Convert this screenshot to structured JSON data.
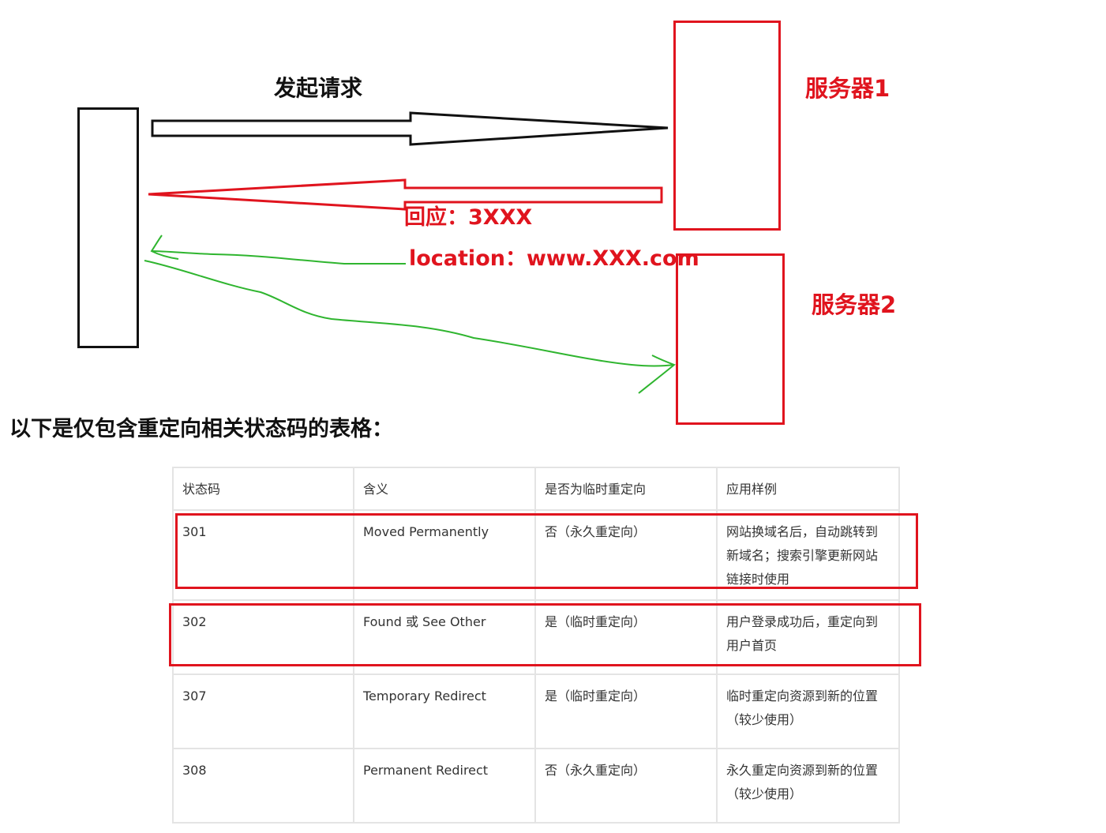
{
  "diagram": {
    "request_label": "发起请求",
    "server1_label": "服务器1",
    "server2_label": "服务器2",
    "response_label": "回应：3XXX",
    "location_label": "location：www.XXX.com",
    "colors": {
      "red": "#e0141e",
      "green": "#2fb52f",
      "black": "#111111"
    }
  },
  "heading": "以下是仅包含重定向相关状态码的表格：",
  "table": {
    "headers": [
      "状态码",
      "含义",
      "是否为临时重定向",
      "应用样例"
    ],
    "rows": [
      [
        "301",
        "Moved Permanently",
        "否（永久重定向）",
        "网站换域名后，自动跳转到新域名；搜索引擎更新网站链接时使用"
      ],
      [
        "302",
        "Found 或 See Other",
        "是（临时重定向）",
        "用户登录成功后，重定向到用户首页"
      ],
      [
        "307",
        "Temporary Redirect",
        "是（临时重定向）",
        "临时重定向资源到新的位置（较少使用）"
      ],
      [
        "308",
        "Permanent Redirect",
        "否（永久重定向）",
        "永久重定向资源到新的位置（较少使用）"
      ]
    ]
  }
}
